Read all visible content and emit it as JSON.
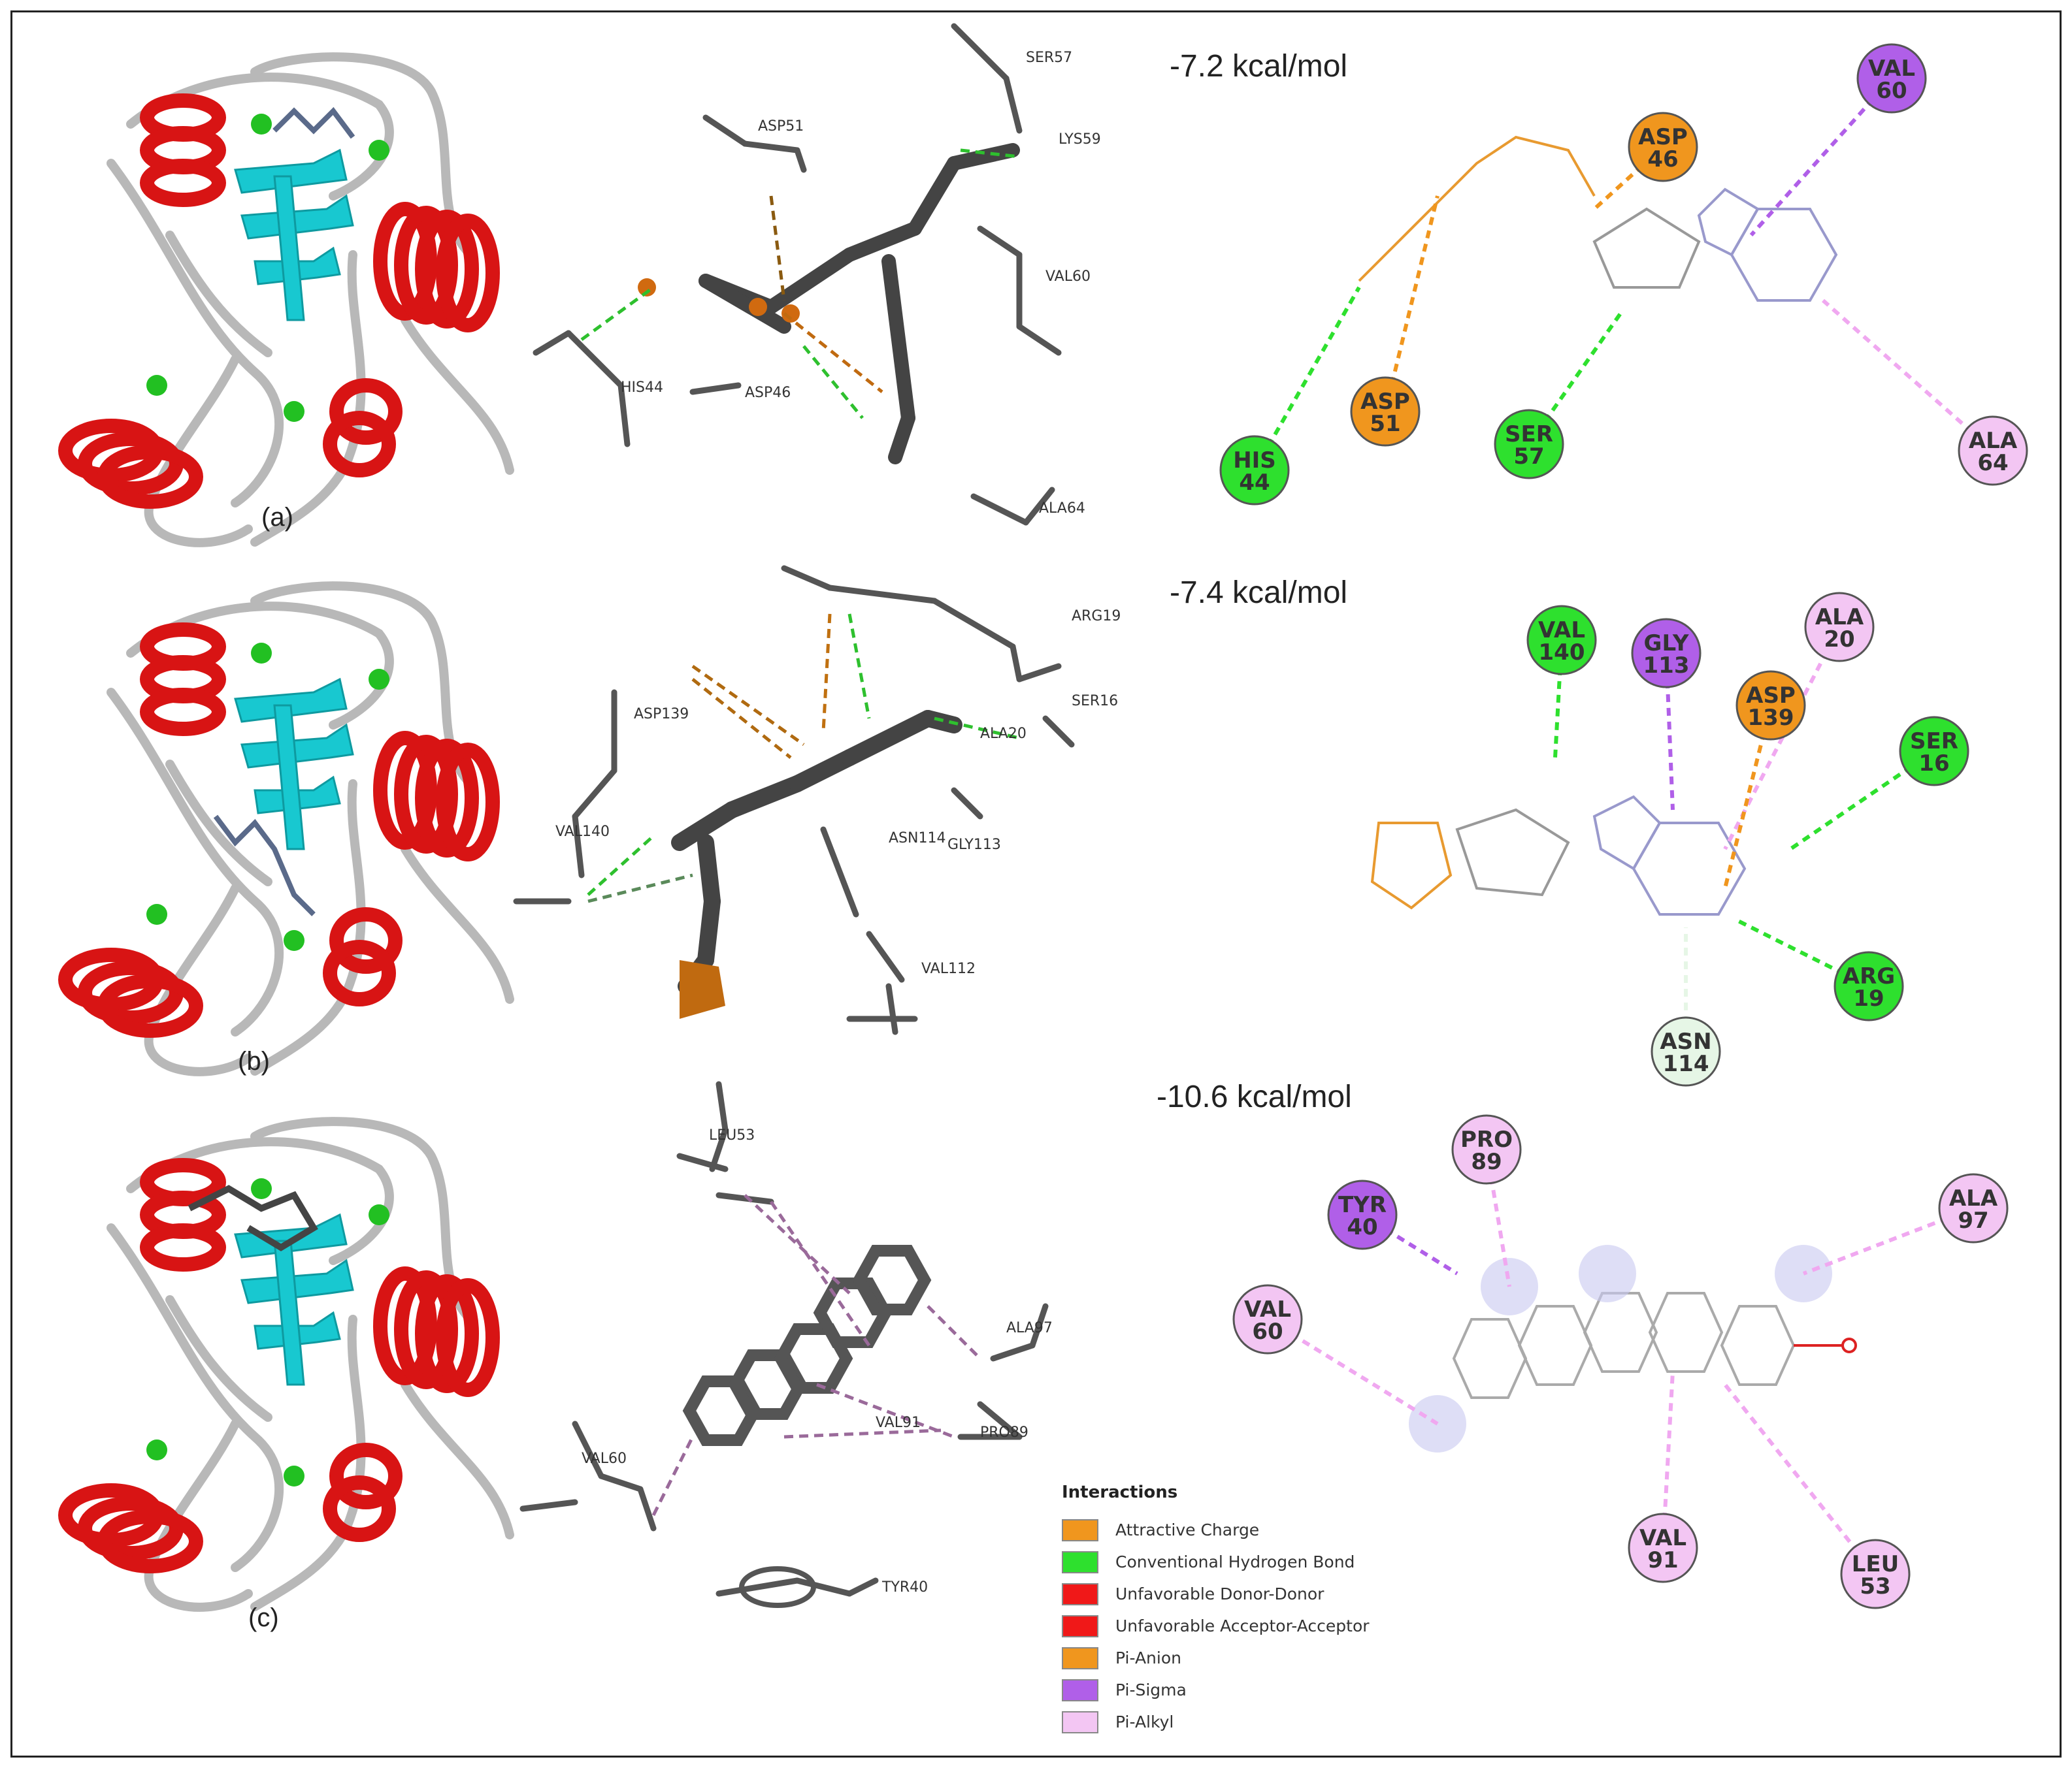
{
  "panels": [
    {
      "label": "(a)",
      "energy": "-7.2 kcal/mol",
      "residues_3d": [
        "SER57",
        "ASP51",
        "LYS59",
        "VAL60",
        "HIS44",
        "ASP46",
        "ALA64"
      ],
      "nodes": [
        {
          "name": "VAL",
          "num": "60",
          "type": "Pi-Sigma"
        },
        {
          "name": "ASP",
          "num": "46",
          "type": "Attractive Charge"
        },
        {
          "name": "HIS",
          "num": "44",
          "type": "Conventional Hydrogen Bond"
        },
        {
          "name": "ASP",
          "num": "51",
          "type": "Attractive Charge"
        },
        {
          "name": "SER",
          "num": "57",
          "type": "Conventional Hydrogen Bond"
        },
        {
          "name": "ALA",
          "num": "64",
          "type": "Pi-Alkyl"
        }
      ]
    },
    {
      "label": "(b)",
      "energy": "-7.4 kcal/mol",
      "residues_3d": [
        "ARG19",
        "ASP139",
        "SER16",
        "ALA20",
        "VAL140",
        "ASN114",
        "GLY113",
        "VAL112"
      ],
      "nodes": [
        {
          "name": "VAL",
          "num": "140",
          "type": "Conventional Hydrogen Bond"
        },
        {
          "name": "GLY",
          "num": "113",
          "type": "Pi-Sigma"
        },
        {
          "name": "ALA",
          "num": "20",
          "type": "Pi-Alkyl"
        },
        {
          "name": "ASP",
          "num": "139",
          "type": "Pi-Anion"
        },
        {
          "name": "SER",
          "num": "16",
          "type": "Conventional Hydrogen Bond"
        },
        {
          "name": "ARG",
          "num": "19",
          "type": "Conventional Hydrogen Bond"
        },
        {
          "name": "ASN",
          "num": "114",
          "type": "Van der Waals"
        }
      ]
    },
    {
      "label": "(c)",
      "energy": "-10.6 kcal/mol",
      "residues_3d": [
        "LEU53",
        "ALA97",
        "VAL91",
        "PRO89",
        "VAL60",
        "TYR40"
      ],
      "nodes": [
        {
          "name": "PRO",
          "num": "89",
          "type": "Pi-Alkyl"
        },
        {
          "name": "TYR",
          "num": "40",
          "type": "Pi-Sigma"
        },
        {
          "name": "ALA",
          "num": "97",
          "type": "Pi-Alkyl"
        },
        {
          "name": "VAL",
          "num": "60",
          "type": "Pi-Alkyl"
        },
        {
          "name": "VAL",
          "num": "91",
          "type": "Pi-Alkyl"
        },
        {
          "name": "LEU",
          "num": "53",
          "type": "Pi-Alkyl"
        }
      ]
    }
  ],
  "legend": {
    "title": "Interactions",
    "items": [
      {
        "label": "Attractive Charge",
        "color": "#f0961e"
      },
      {
        "label": "Conventional Hydrogen Bond",
        "color": "#2ee02e"
      },
      {
        "label": "Unfavorable Donor-Donor",
        "color": "#f01818"
      },
      {
        "label": "Unfavorable Acceptor-Acceptor",
        "color": "#f01818"
      },
      {
        "label": "Pi-Anion",
        "color": "#f0961e"
      },
      {
        "label": "Pi-Sigma",
        "color": "#b05fe8"
      },
      {
        "label": "Pi-Alkyl",
        "color": "#f3c6f3"
      }
    ]
  },
  "colors": {
    "helix": "#d81414",
    "sheet": "#18c8d0",
    "turn": "#22c022",
    "coil": "#b8b8b8",
    "stick": "#555555"
  }
}
